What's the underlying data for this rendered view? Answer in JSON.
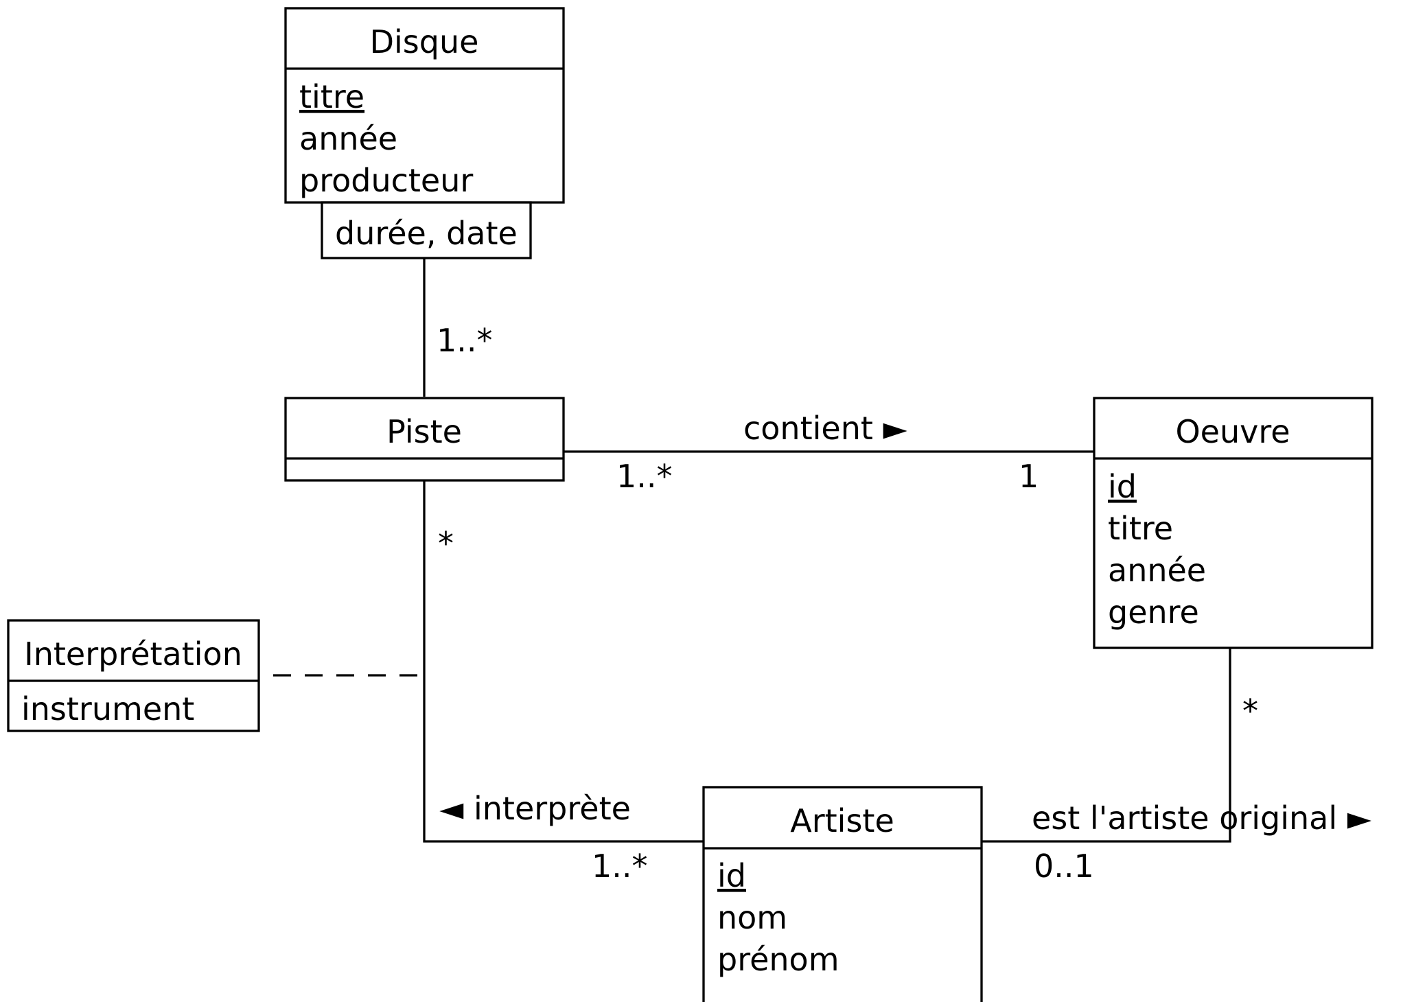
{
  "classes": {
    "disque": {
      "name": "Disque",
      "attributes": [
        "titre",
        "année",
        "producteur"
      ],
      "qualifier": "durée, date"
    },
    "piste": {
      "name": "Piste"
    },
    "oeuvre": {
      "name": "Oeuvre",
      "attributes": [
        "id",
        "titre",
        "année",
        "genre"
      ]
    },
    "interpretation": {
      "name": "Interprétation",
      "attributes": [
        "instrument"
      ]
    },
    "artiste": {
      "name": "Artiste",
      "attributes": [
        "id",
        "nom",
        "prénom"
      ]
    }
  },
  "associations": {
    "disque_piste": {
      "multiplicity_piste": "1..*"
    },
    "contient": {
      "label": "contient ►",
      "multiplicity_piste": "1..*",
      "multiplicity_oeuvre": "1"
    },
    "interprete": {
      "label": "◄ interprète",
      "multiplicity_piste": "*",
      "multiplicity_artiste": "1..*"
    },
    "artiste_original": {
      "label": "est l'artiste original ►",
      "multiplicity_artiste": "0..1",
      "multiplicity_oeuvre": "*"
    }
  }
}
